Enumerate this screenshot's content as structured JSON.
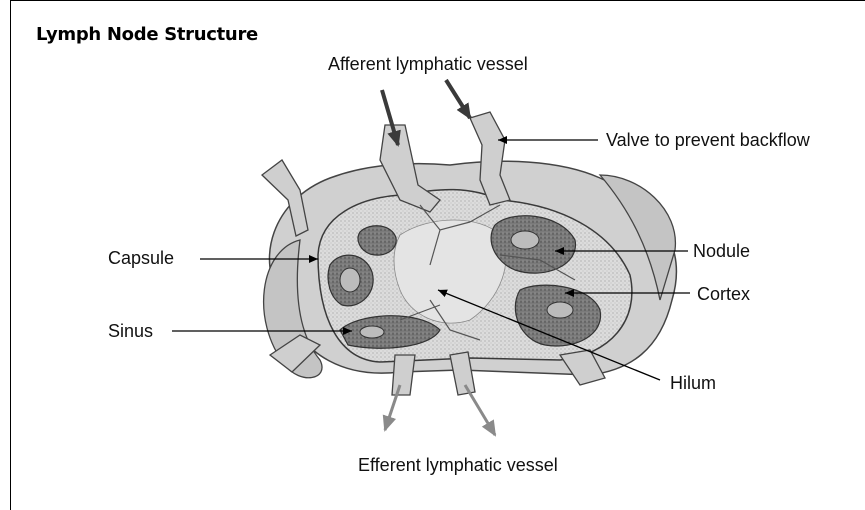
{
  "title": "Lymph Node Structure",
  "labels": {
    "afferent": "Afferent lymphatic vessel",
    "valve": "Valve to prevent backflow",
    "capsule": "Capsule",
    "nodule": "Nodule",
    "cortex": "Cortex",
    "sinus": "Sinus",
    "hilum": "Hilum",
    "efferent": "Efferent lymphatic vessel"
  }
}
